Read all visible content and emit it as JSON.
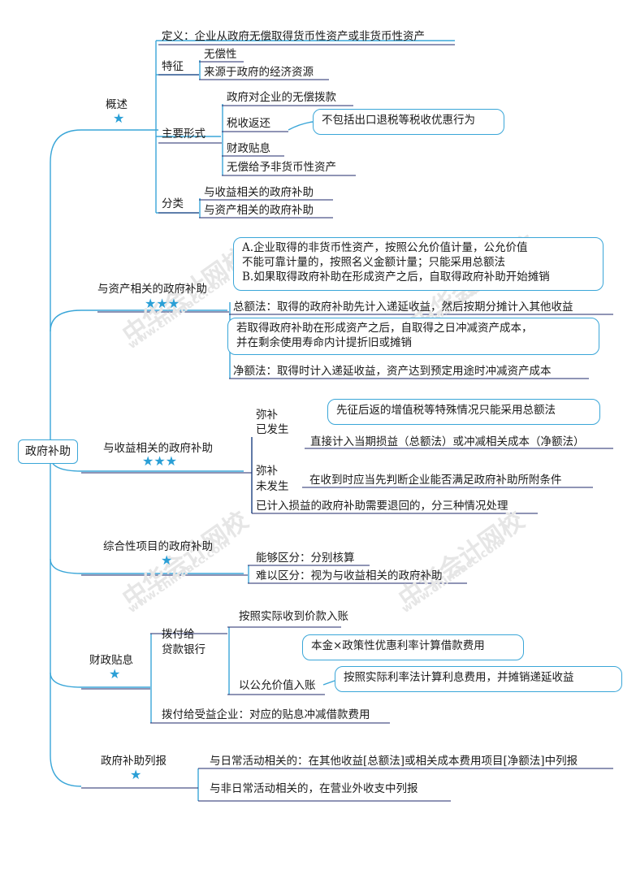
{
  "root": "政府补助",
  "overview": {
    "title": "概述",
    "definition": "定义：企业从政府无偿取得货币性资产或非货币性资产",
    "features_label": "特征",
    "features": [
      "无偿性",
      "来源于政府的经济资源"
    ],
    "forms_label": "主要形式",
    "forms": [
      "政府对企业的无偿拨款",
      "税收返还",
      "财政贴息",
      "无偿给予非货币性资产"
    ],
    "tax_return_note": "不包括出口退税等税收优惠行为",
    "classification_label": "分类",
    "classification": [
      "与收益相关的政府补助",
      "与资产相关的政府补助"
    ]
  },
  "asset_related": {
    "title": "与资产相关的政府补助",
    "stars": "★★★",
    "note_lines": [
      "A.企业取得的非货币性资产，按照公允价值计量，公允价值",
      "不能可靠计量的，按照名义金额计量；只能采用总额法",
      "B.如果取得政府补助在形成资产之后，自取得政府补助开始摊销"
    ],
    "gross": "总额法：取得的政府补助先计入递延收益，然后按期分摊计入其他收益",
    "gross_note_lines": [
      "若取得政府补助在形成资产之后，自取得之日冲减资产成本，",
      "并在剩余使用寿命内计提折旧或摊销"
    ],
    "net": "净额法：取得时计入递延收益，资产达到预定用途时冲减资产成本"
  },
  "income_related": {
    "title": "与收益相关的政府补助",
    "stars": "★★★",
    "incurred_label": [
      "弥补",
      "已发生"
    ],
    "incurred_note": "先征后返的增值税等特殊情况只能采用总额法",
    "incurred_text": "直接计入当期损益（总额法）或冲减相关成本（净额法）",
    "future_label": [
      "弥补",
      "未发生"
    ],
    "future_text": "在收到时应当先判断企业能否满足政府补助所附条件",
    "refund": "已计入损益的政府补助需要退回的，分三种情况处理"
  },
  "composite": {
    "title": "综合性项目的政府补助",
    "stars": "★",
    "items": [
      "能够区分：分别核算",
      "难以区分：视为与收益相关的政府补助"
    ]
  },
  "interest_subsidy": {
    "title": "财政贴息",
    "stars": "★",
    "bank_label": [
      "拨付给",
      "贷款银行"
    ],
    "actual": "按照实际收到价款入账",
    "actual_note": "本金×政策性优惠利率计算借款费用",
    "fair_value": "以公允价值入账",
    "fair_value_note": "按照实际利率法计算利息费用，并摊销递延收益",
    "enterprise": "拨付给受益企业：对应的贴息冲减借款费用"
  },
  "presentation": {
    "title": "政府补助列报",
    "stars": "★",
    "items": [
      "与日常活动相关的：在其他收益[总额法]或相关成本费用项目[净额法]中列报",
      "与非日常活动相关的，在营业外收支中列报"
    ]
  },
  "watermark": {
    "text": "中华会计网校",
    "url": "www.chinaacc.com"
  },
  "colors": {
    "line": "#1f2a6b",
    "branch": "#3aa6d8",
    "star": "#2a9fd6"
  }
}
